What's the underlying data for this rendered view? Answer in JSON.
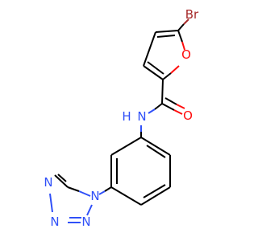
{
  "molecule": {
    "atoms": {
      "bromine": "Br",
      "furan_oxygen": "O",
      "carbonyl_oxygen": "O",
      "amide_nitrogen": "N",
      "amide_hydrogen": "H",
      "tetrazole_n1": "N",
      "tetrazole_n2": "N",
      "tetrazole_n3": "N",
      "tetrazole_n4": "N"
    },
    "colors": {
      "bond": "#000000",
      "bromine": "#A62929",
      "oxygen": "#FF0D0D",
      "nitrogen": "#3050F8"
    }
  }
}
